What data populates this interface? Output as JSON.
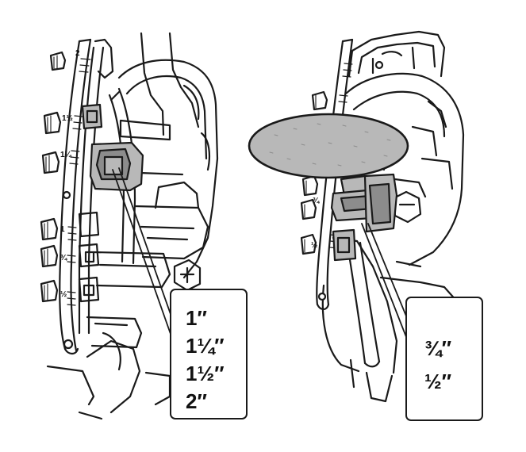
{
  "figure": {
    "colors": {
      "ink": "#1a1a1a",
      "paper": "#ffffff",
      "shade": "#b8b8b8",
      "dark_shade": "#8c8c8c"
    },
    "left_scale_marks": [
      "2",
      "1½",
      "1¼",
      "1",
      "¾",
      "½"
    ],
    "right_scale_marks": [
      "¾",
      "½"
    ],
    "left_callout": {
      "line_1": "1″",
      "line_2": "1¼″",
      "line_3": "1½″",
      "line_4": "2″"
    },
    "right_callout": {
      "line_1": "¾″",
      "line_2": "½″"
    }
  }
}
